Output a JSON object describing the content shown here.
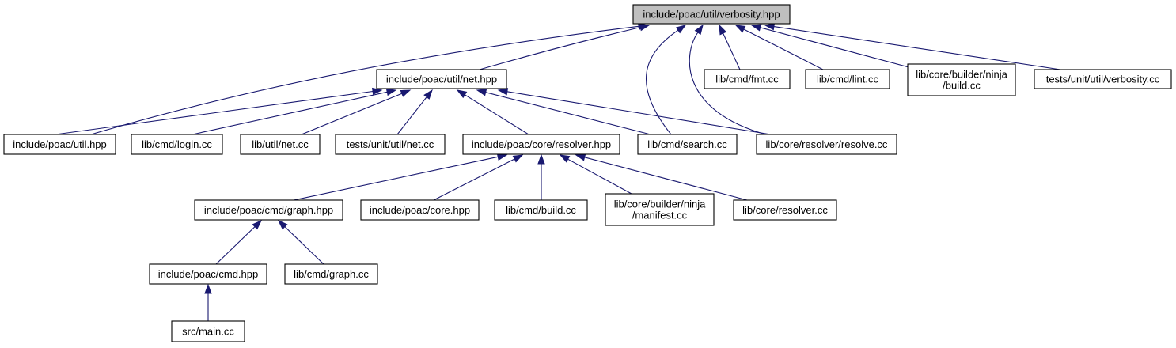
{
  "graph": {
    "root": "verbosity_hpp",
    "colors": {
      "edge": "#191970",
      "root_fill": "#bfbfbf",
      "node_fill": "#ffffff",
      "node_border": "#000000"
    },
    "nodes": {
      "verbosity_hpp": {
        "lines": [
          "include/poac/util/verbosity.hpp"
        ]
      },
      "net_hpp": {
        "lines": [
          "include/poac/util/net.hpp"
        ]
      },
      "fmt_cc": {
        "lines": [
          "lib/cmd/fmt.cc"
        ]
      },
      "lint_cc": {
        "lines": [
          "lib/cmd/lint.cc"
        ]
      },
      "ninja_build_cc": {
        "lines": [
          "lib/core/builder/ninja",
          "/build.cc"
        ]
      },
      "verbosity_cc": {
        "lines": [
          "tests/unit/util/verbosity.cc"
        ]
      },
      "util_hpp": {
        "lines": [
          "include/poac/util.hpp"
        ]
      },
      "login_cc": {
        "lines": [
          "lib/cmd/login.cc"
        ]
      },
      "net_cc": {
        "lines": [
          "lib/util/net.cc"
        ]
      },
      "test_net_cc": {
        "lines": [
          "tests/unit/util/net.cc"
        ]
      },
      "resolver_hpp": {
        "lines": [
          "include/poac/core/resolver.hpp"
        ]
      },
      "search_cc": {
        "lines": [
          "lib/cmd/search.cc"
        ]
      },
      "resolve_cc": {
        "lines": [
          "lib/core/resolver/resolve.cc"
        ]
      },
      "graph_hpp": {
        "lines": [
          "include/poac/cmd/graph.hpp"
        ]
      },
      "core_hpp": {
        "lines": [
          "include/poac/core.hpp"
        ]
      },
      "build_cc": {
        "lines": [
          "lib/cmd/build.cc"
        ]
      },
      "manifest_cc": {
        "lines": [
          "lib/core/builder/ninja",
          "/manifest.cc"
        ]
      },
      "resolver_cc": {
        "lines": [
          "lib/core/resolver.cc"
        ]
      },
      "cmd_hpp": {
        "lines": [
          "include/poac/cmd.hpp"
        ]
      },
      "graph_cc": {
        "lines": [
          "lib/cmd/graph.cc"
        ]
      },
      "main_cc": {
        "lines": [
          "src/main.cc"
        ]
      }
    },
    "edges": [
      [
        "util_hpp",
        "verbosity_hpp"
      ],
      [
        "net_hpp",
        "verbosity_hpp"
      ],
      [
        "search_cc",
        "verbosity_hpp"
      ],
      [
        "resolve_cc",
        "verbosity_hpp"
      ],
      [
        "fmt_cc",
        "verbosity_hpp"
      ],
      [
        "lint_cc",
        "verbosity_hpp"
      ],
      [
        "ninja_build_cc",
        "verbosity_hpp"
      ],
      [
        "verbosity_cc",
        "verbosity_hpp"
      ],
      [
        "util_hpp",
        "net_hpp"
      ],
      [
        "login_cc",
        "net_hpp"
      ],
      [
        "net_cc",
        "net_hpp"
      ],
      [
        "test_net_cc",
        "net_hpp"
      ],
      [
        "resolver_hpp",
        "net_hpp"
      ],
      [
        "search_cc",
        "net_hpp"
      ],
      [
        "resolve_cc",
        "net_hpp"
      ],
      [
        "graph_hpp",
        "resolver_hpp"
      ],
      [
        "core_hpp",
        "resolver_hpp"
      ],
      [
        "build_cc",
        "resolver_hpp"
      ],
      [
        "manifest_cc",
        "resolver_hpp"
      ],
      [
        "resolver_cc",
        "resolver_hpp"
      ],
      [
        "cmd_hpp",
        "graph_hpp"
      ],
      [
        "graph_cc",
        "graph_hpp"
      ],
      [
        "main_cc",
        "cmd_hpp"
      ]
    ]
  }
}
